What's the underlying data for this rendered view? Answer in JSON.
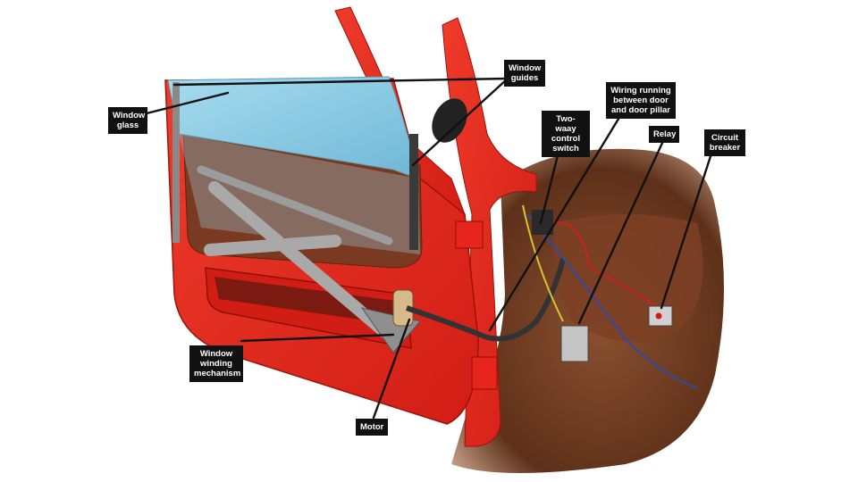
{
  "labels": {
    "window_glass": "Window\nglass",
    "window_guides": "Window\nguides",
    "wiring": "Wiring running\nbetween door\nand door pillar",
    "two_way_switch": "Two-waay\ncontrol\nswitch",
    "relay": "Relay",
    "circuit_breaker": "Circuit\nbreaker",
    "window_winding_mechanism": "Window\nwinding\nmechanism",
    "motor": "Motor"
  },
  "colors": {
    "door_red": "#e8251c",
    "door_red_dark": "#b3160f",
    "glass_blue": "#8ccde6",
    "panel_brown": "#7a3a22",
    "body_interior": "#6b3a22",
    "mechanism_grey": "#a9a9a9",
    "label_bg": "#111111",
    "label_text": "#ffffff"
  }
}
